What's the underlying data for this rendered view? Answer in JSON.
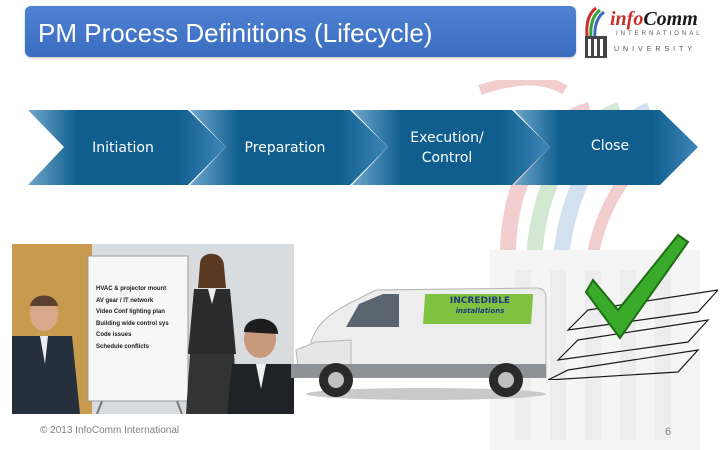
{
  "slide": {
    "title": "PM Process Definitions (Lifecycle)",
    "footer": "© 2013 InfoComm International",
    "page_number": "6"
  },
  "logo": {
    "info": "info",
    "comm": "Comm",
    "international": "INTERNATIONAL",
    "university": "UNIVERSITY"
  },
  "process": {
    "steps": [
      {
        "label_lines": [
          "Initiation"
        ]
      },
      {
        "label_lines": [
          "Preparation"
        ]
      },
      {
        "label_lines": [
          "Execution/",
          "Control"
        ]
      },
      {
        "label_lines": [
          "Close"
        ]
      }
    ]
  },
  "flipchart": {
    "lines": [
      "HVAC & projector mount",
      "AV gear / IT network",
      "Video Conf lighting plan",
      "Building wide control sys",
      "Code issues",
      "Schedule conflicts"
    ]
  },
  "van_sign": {
    "line1": "INCREDIBLE",
    "line2": "installations"
  },
  "colors": {
    "title_bar": "#4a7bcf",
    "chevron_dark": "#0f5e8e",
    "chevron_light": "#6fa7cd",
    "watermark_red": "#e8a0a0",
    "watermark_green": "#a9d4a9",
    "watermark_blue": "#a9c3e0",
    "check_green": "#3aaa2a"
  }
}
